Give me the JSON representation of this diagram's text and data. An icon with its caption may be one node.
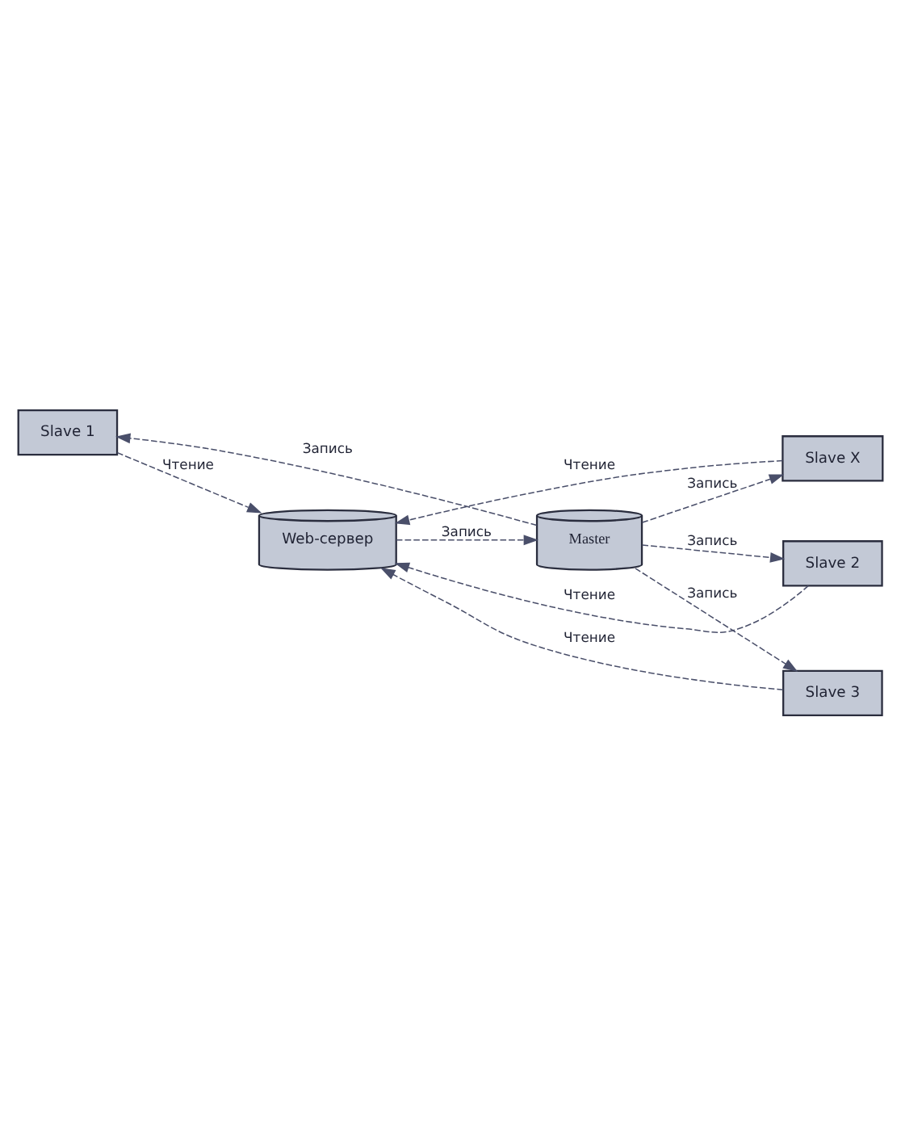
{
  "diagram": {
    "nodes": [
      {
        "text": [
          "Slave 1"
        ]
      },
      {
        "text": [
          "Slave 2"
        ]
      },
      {
        "text": [
          "Web-сервер"
        ]
      },
      {
        "text": [
          "Master"
        ]
      },
      {
        "text": [
          "Slave 3"
        ]
      },
      {
        "text": [
          "Slave X"
        ]
      }
    ],
    "edges": [
      {
        "from": 0,
        "to": 2,
        "arrow": "to",
        "label": "Чтение",
        "style": "dashed"
      },
      {
        "from": 1,
        "to": 2,
        "arrow": "to",
        "label": "Чтение",
        "style": "dashed"
      },
      {
        "from": 2,
        "to": 3,
        "arrow": "to",
        "label": "Запись",
        "style": "dashed"
      },
      {
        "from": 3,
        "to": 0,
        "arrow": "to",
        "label": "Запись",
        "style": "dashed"
      },
      {
        "from": 3,
        "to": 1,
        "arrow": "to",
        "label": "Запись",
        "style": "dashed"
      },
      {
        "from": 3,
        "to": 4,
        "arrow": "to",
        "label": "Запись",
        "style": "dashed"
      },
      {
        "from": 3,
        "to": 5,
        "arrow": "to",
        "label": "Запись",
        "style": "dashed"
      },
      {
        "from": 4,
        "to": 2,
        "arrow": "to",
        "label": "Чтение",
        "style": "dashed"
      },
      {
        "from": 5,
        "to": 2,
        "arrow": "to",
        "label": "Чтение",
        "style": "dashed"
      }
    ]
  }
}
